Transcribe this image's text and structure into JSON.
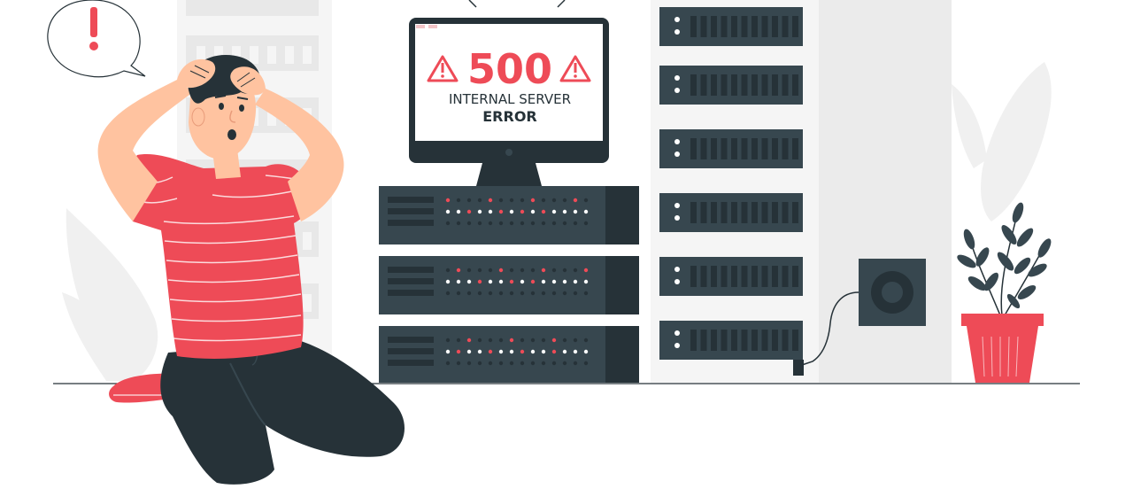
{
  "error": {
    "code": "500",
    "line1": "INTERNAL SERVER",
    "line2": "ERROR"
  },
  "speech_bubble": {
    "symbol": "!"
  },
  "colors": {
    "accent": "#ee4b57",
    "dark": "#263238",
    "panel": "#37474f",
    "light_gray": "#ebebeb",
    "mid_gray": "#d9d9d9",
    "skin": "#ffc3a0",
    "hair": "#263238"
  },
  "icons": [
    "warning-icon",
    "exclamation-icon",
    "speaker-icon",
    "plant-icon",
    "server-rack-icon",
    "monitor-icon"
  ]
}
